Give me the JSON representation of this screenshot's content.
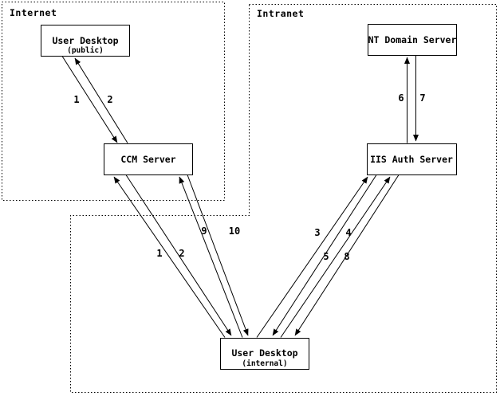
{
  "diagram": {
    "colors": {
      "background": "#ffffff",
      "line": "#000000"
    },
    "zones": {
      "internet": {
        "label": "Internet"
      },
      "intranet": {
        "label": "Intranet"
      }
    },
    "nodes": {
      "user_desktop_public": {
        "title": "User Desktop",
        "subtitle": "(public)",
        "zone": "internet"
      },
      "ccm_server": {
        "title": "CCM Server",
        "zone": "internet"
      },
      "nt_domain_server": {
        "title": "NT Domain Server",
        "zone": "intranet"
      },
      "iis_auth_server": {
        "title": "IIS Auth Server",
        "zone": "intranet"
      },
      "user_desktop_internal": {
        "title": "User Desktop",
        "subtitle": "(internal)",
        "zone": "intranet"
      }
    },
    "edges": {
      "e_pub_ccm_1": {
        "label": "1",
        "from": "user_desktop_public",
        "to": "ccm_server"
      },
      "e_ccm_pub_2": {
        "label": "2",
        "from": "ccm_server",
        "to": "user_desktop_public"
      },
      "e_iis_nt_6": {
        "label": "6",
        "from": "iis_auth_server",
        "to": "nt_domain_server"
      },
      "e_nt_iis_7": {
        "label": "7",
        "from": "nt_domain_server",
        "to": "iis_auth_server"
      },
      "e_int_ccm_1": {
        "label": "1",
        "from": "user_desktop_internal",
        "to": "ccm_server"
      },
      "e_ccm_int_2": {
        "label": "2",
        "from": "ccm_server",
        "to": "user_desktop_internal"
      },
      "e_int_ccm_9": {
        "label": "9",
        "from": "user_desktop_internal",
        "to": "ccm_server"
      },
      "e_ccm_int_10": {
        "label": "10",
        "from": "ccm_server",
        "to": "user_desktop_internal"
      },
      "e_int_iis_3": {
        "label": "3",
        "from": "user_desktop_internal",
        "to": "iis_auth_server"
      },
      "e_iis_int_4": {
        "label": "4",
        "from": "iis_auth_server",
        "to": "user_desktop_internal"
      },
      "e_int_iis_5": {
        "label": "5",
        "from": "user_desktop_internal",
        "to": "iis_auth_server"
      },
      "e_iis_int_8": {
        "label": "8",
        "from": "iis_auth_server",
        "to": "user_desktop_internal"
      }
    }
  }
}
